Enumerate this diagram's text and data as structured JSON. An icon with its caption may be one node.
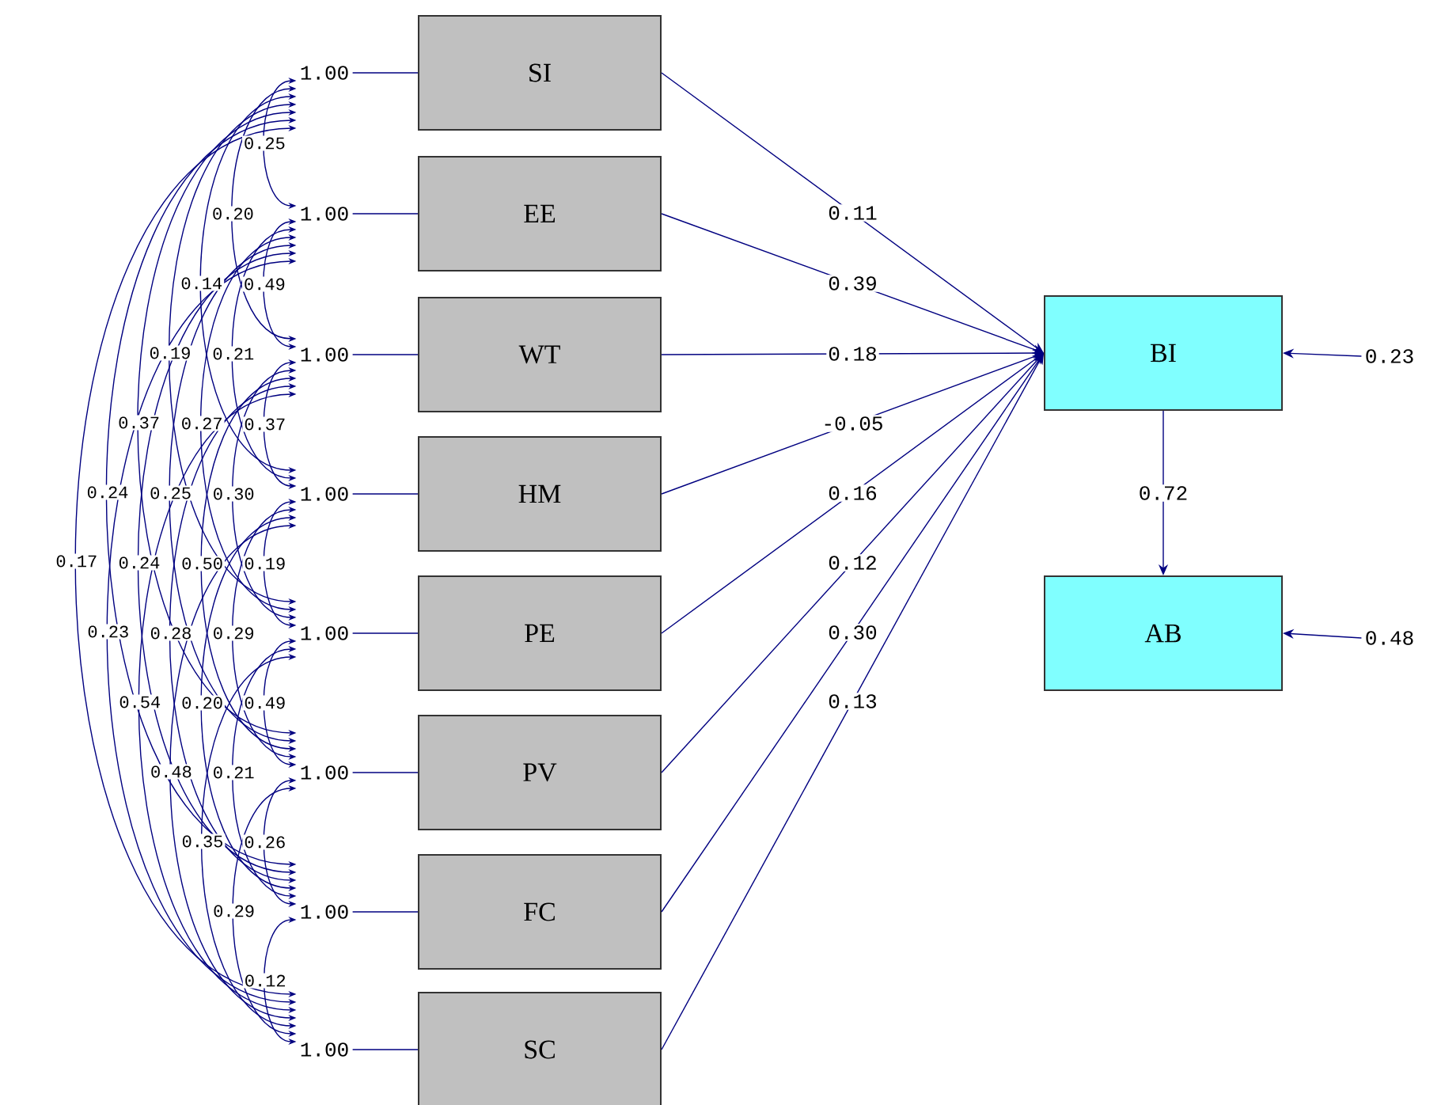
{
  "diagram": {
    "nodes": [
      {
        "text": [
          "SI"
        ]
      },
      {
        "text": [
          "EE"
        ]
      },
      {
        "text": [
          "WT"
        ]
      },
      {
        "text": [
          "HM"
        ]
      },
      {
        "text": [
          "PE"
        ]
      },
      {
        "text": [
          "PV"
        ]
      },
      {
        "text": [
          "FC"
        ]
      },
      {
        "text": [
          "SC"
        ]
      },
      {
        "text": [
          "BI"
        ]
      },
      {
        "text": [
          "AB"
        ]
      },
      {
        "text": [
          "1.00"
        ]
      },
      {
        "text": [
          "1.00"
        ]
      },
      {
        "text": [
          "1.00"
        ]
      },
      {
        "text": [
          "1.00"
        ]
      },
      {
        "text": [
          "1.00"
        ]
      },
      {
        "text": [
          "1.00"
        ]
      },
      {
        "text": [
          "1.00"
        ]
      },
      {
        "text": [
          "1.00"
        ]
      },
      {
        "text": [
          "0.23"
        ]
      },
      {
        "text": [
          "0.48"
        ]
      }
    ],
    "edges": [
      {
        "from": 0,
        "to": 8,
        "arrow": "to",
        "label": "0.11"
      },
      {
        "from": 1,
        "to": 8,
        "arrow": "to",
        "label": "0.39"
      },
      {
        "from": 2,
        "to": 8,
        "arrow": "to",
        "label": "0.18"
      },
      {
        "from": 3,
        "to": 8,
        "arrow": "to",
        "label": "-0.05"
      },
      {
        "from": 4,
        "to": 8,
        "arrow": "to",
        "label": "0.16"
      },
      {
        "from": 5,
        "to": 8,
        "arrow": "to",
        "label": "0.12"
      },
      {
        "from": 6,
        "to": 8,
        "arrow": "to",
        "label": "0.30"
      },
      {
        "from": 7,
        "to": 8,
        "arrow": "to",
        "label": "0.13"
      },
      {
        "from": 8,
        "to": 9,
        "arrow": "to",
        "label": "0.72"
      },
      {
        "from": 18,
        "to": 8,
        "arrow": "to"
      },
      {
        "from": 19,
        "to": 9,
        "arrow": "to"
      },
      {
        "from": 10,
        "to": 0,
        "arrow": "none"
      },
      {
        "from": 11,
        "to": 1,
        "arrow": "none"
      },
      {
        "from": 12,
        "to": 2,
        "arrow": "none"
      },
      {
        "from": 13,
        "to": 3,
        "arrow": "none"
      },
      {
        "from": 14,
        "to": 4,
        "arrow": "none"
      },
      {
        "from": 15,
        "to": 5,
        "arrow": "none"
      },
      {
        "from": 16,
        "to": 6,
        "arrow": "none"
      },
      {
        "from": 17,
        "to": 7,
        "arrow": "none"
      },
      {
        "from": 10,
        "to": 11,
        "arrow": "both",
        "label": "0.25"
      },
      {
        "from": 10,
        "to": 12,
        "arrow": "both",
        "label": "0.20"
      },
      {
        "from": 10,
        "to": 13,
        "arrow": "both",
        "label": "0.14"
      },
      {
        "from": 11,
        "to": 12,
        "arrow": "both",
        "label": "0.49"
      },
      {
        "from": 10,
        "to": 14,
        "arrow": "both",
        "label": "0.19"
      },
      {
        "from": 11,
        "to": 13,
        "arrow": "both",
        "label": "0.21"
      },
      {
        "from": 10,
        "to": 15,
        "arrow": "both",
        "label": "0.37"
      },
      {
        "from": 11,
        "to": 14,
        "arrow": "both",
        "label": "0.27"
      },
      {
        "from": 12,
        "to": 13,
        "arrow": "both",
        "label": "0.37"
      },
      {
        "from": 10,
        "to": 16,
        "arrow": "both",
        "label": "0.24"
      },
      {
        "from": 11,
        "to": 15,
        "arrow": "both",
        "label": "0.25"
      },
      {
        "from": 12,
        "to": 14,
        "arrow": "both",
        "label": "0.30"
      },
      {
        "from": 10,
        "to": 17,
        "arrow": "both",
        "label": "0.17"
      },
      {
        "from": 11,
        "to": 16,
        "arrow": "both",
        "label": "0.24"
      },
      {
        "from": 12,
        "to": 15,
        "arrow": "both",
        "label": "0.50"
      },
      {
        "from": 13,
        "to": 14,
        "arrow": "both",
        "label": "0.19"
      },
      {
        "from": 11,
        "to": 17,
        "arrow": "both",
        "label": "0.23"
      },
      {
        "from": 12,
        "to": 16,
        "arrow": "both",
        "label": "0.28"
      },
      {
        "from": 13,
        "to": 15,
        "arrow": "both",
        "label": "0.29"
      },
      {
        "from": 12,
        "to": 17,
        "arrow": "both",
        "label": "0.54"
      },
      {
        "from": 13,
        "to": 16,
        "arrow": "both",
        "label": "0.20"
      },
      {
        "from": 14,
        "to": 15,
        "arrow": "both",
        "label": "0.49"
      },
      {
        "from": 13,
        "to": 17,
        "arrow": "both",
        "label": "0.48"
      },
      {
        "from": 14,
        "to": 16,
        "arrow": "both",
        "label": "0.21"
      },
      {
        "from": 14,
        "to": 17,
        "arrow": "both",
        "label": "0.35"
      },
      {
        "from": 15,
        "to": 16,
        "arrow": "both",
        "label": "0.26"
      },
      {
        "from": 15,
        "to": 17,
        "arrow": "both",
        "label": "0.29"
      },
      {
        "from": 16,
        "to": 17,
        "arrow": "both",
        "label": "0.12"
      }
    ]
  }
}
